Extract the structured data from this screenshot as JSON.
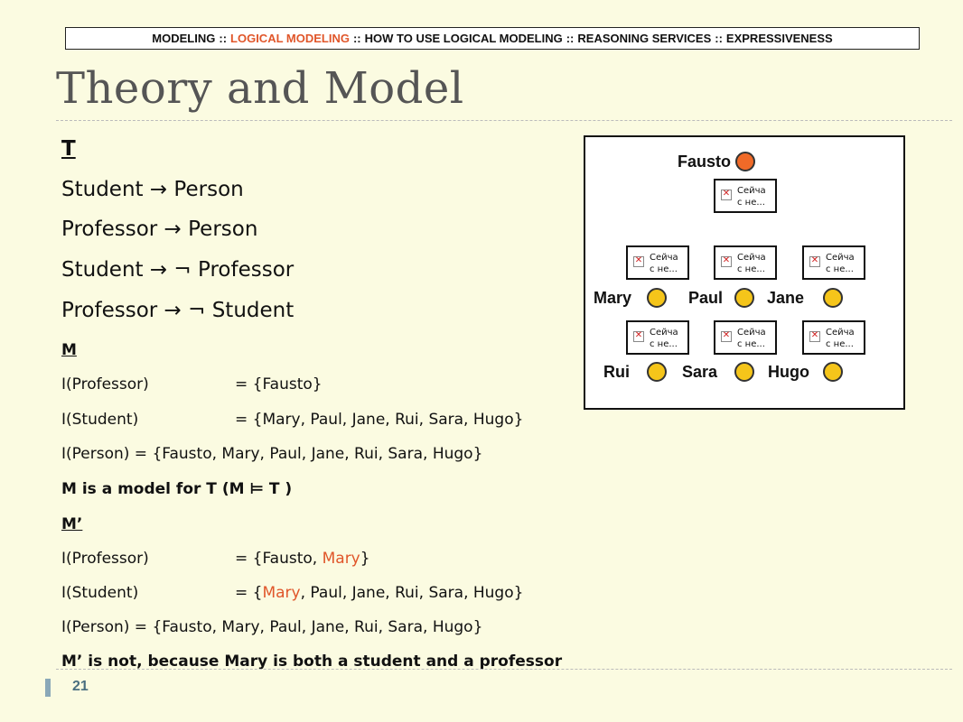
{
  "nav": {
    "items": [
      "MODELING",
      "LOGICAL MODELING",
      "HOW TO USE LOGICAL MODELING",
      "REASONING SERVICES",
      "EXPRESSIVENESS"
    ],
    "separator": "::",
    "active_color": "#e0562a"
  },
  "title": "Theory and Model",
  "theory": {
    "header": "T",
    "axioms": [
      "Student → Person",
      "Professor → Person",
      "Student → ¬ Professor",
      "Professor → ¬ Student"
    ]
  },
  "model_m": {
    "header": "M",
    "rows": [
      {
        "lhs": "I(Professor)",
        "rhs": "= {Fausto}"
      },
      {
        "lhs": "I(Student)",
        "rhs": "= {Mary, Paul, Jane, Rui, Sara, Hugo}"
      }
    ],
    "person": "I(Person) = {Fausto, Mary, Paul, Jane, Rui, Sara, Hugo}",
    "conclusion": "M is a model for T (M ⊨ T )"
  },
  "model_m2": {
    "header": "M’",
    "prof_lhs": "I(Professor)",
    "prof_pre": "= {Fausto, ",
    "prof_red": "Mary",
    "prof_post": "}",
    "stud_lhs": "I(Student)",
    "stud_pre": "= {",
    "stud_red": "Mary",
    "stud_post": ", Paul, Jane, Rui, Sara, Hugo}",
    "person": "I(Person) = {Fausto, Mary, Paul, Jane, Rui, Sara, Hugo}",
    "conclusion": "M’ is not, because Mary is both a student and a professor"
  },
  "diagram": {
    "names": [
      "Fausto",
      "Mary",
      "Paul",
      "Jane",
      "Rui",
      "Sara",
      "Hugo"
    ],
    "placeholder_line1": "Сейча",
    "placeholder_line2": "с не...",
    "colors": {
      "professor": "#f06a28",
      "student": "#f5c51a"
    }
  },
  "page_number": "21"
}
